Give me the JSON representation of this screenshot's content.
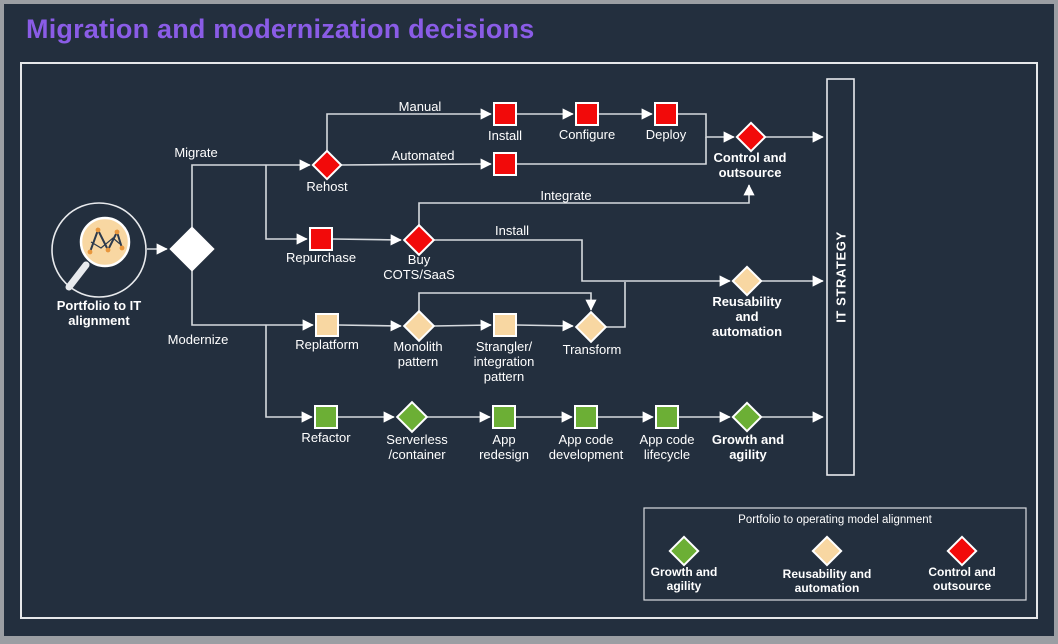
{
  "title": "Migration and modernization decisions",
  "colors": {
    "background": "#232F3E",
    "title_purple": "#8A5CE6",
    "red": "#F20A0A",
    "tan": "#F8D7A2",
    "green": "#6CAF35",
    "white": "#FFFFFF",
    "line": "#D6DADE"
  },
  "start": {
    "label": "Portfolio to IT\nalignment",
    "icon": "magnifier-chart-icon"
  },
  "branch_labels": {
    "migrate": "Migrate",
    "modernize": "Modernize"
  },
  "edge_labels": {
    "manual": "Manual",
    "automated": "Automated",
    "integrate": "Integrate",
    "install": "Install"
  },
  "nodes": {
    "rehost": {
      "label": "Rehost",
      "shape": "diamond",
      "color": "red"
    },
    "install": {
      "label": "Install",
      "shape": "square",
      "color": "red"
    },
    "configure": {
      "label": "Configure",
      "shape": "square",
      "color": "red"
    },
    "deploy": {
      "label": "Deploy",
      "shape": "square",
      "color": "red"
    },
    "automated_step": {
      "label": "",
      "shape": "square",
      "color": "red"
    },
    "control": {
      "label": "Control and\noutsource",
      "shape": "diamond",
      "color": "red"
    },
    "repurchase": {
      "label": "Repurchase",
      "shape": "square",
      "color": "red"
    },
    "buy": {
      "label": "Buy\nCOTS/SaaS",
      "shape": "diamond",
      "color": "red"
    },
    "replatform": {
      "label": "Replatform",
      "shape": "square",
      "color": "tan"
    },
    "monolith": {
      "label": "Monolith\npattern",
      "shape": "diamond",
      "color": "tan"
    },
    "strangler": {
      "label": "Strangler/\nintegration\npattern",
      "shape": "square",
      "color": "tan"
    },
    "transform": {
      "label": "Transform",
      "shape": "diamond",
      "color": "tan"
    },
    "reusability": {
      "label": "Reusability\nand\nautomation",
      "shape": "diamond",
      "color": "tan"
    },
    "refactor": {
      "label": "Refactor",
      "shape": "square",
      "color": "green"
    },
    "serverless": {
      "label": "Serverless\n/container",
      "shape": "diamond",
      "color": "green"
    },
    "app_redesign": {
      "label": "App\nredesign",
      "shape": "square",
      "color": "green"
    },
    "app_code_development": {
      "label": "App code\ndevelopment",
      "shape": "square",
      "color": "green"
    },
    "app_code_lifecycle": {
      "label": "App code\nlifecycle",
      "shape": "square",
      "color": "green"
    },
    "growth": {
      "label": "Growth and\nagility",
      "shape": "diamond",
      "color": "green"
    }
  },
  "it_strategy_label": "IT STRATEGY",
  "legend": {
    "title": "Portfolio to operating model alignment",
    "items": [
      {
        "label": "Growth and\nagility",
        "color": "#6CAF35"
      },
      {
        "label": "Reusability and\nautomation",
        "color": "#F8D7A2"
      },
      {
        "label": "Control and\noutsource",
        "color": "#F20A0A"
      }
    ]
  }
}
